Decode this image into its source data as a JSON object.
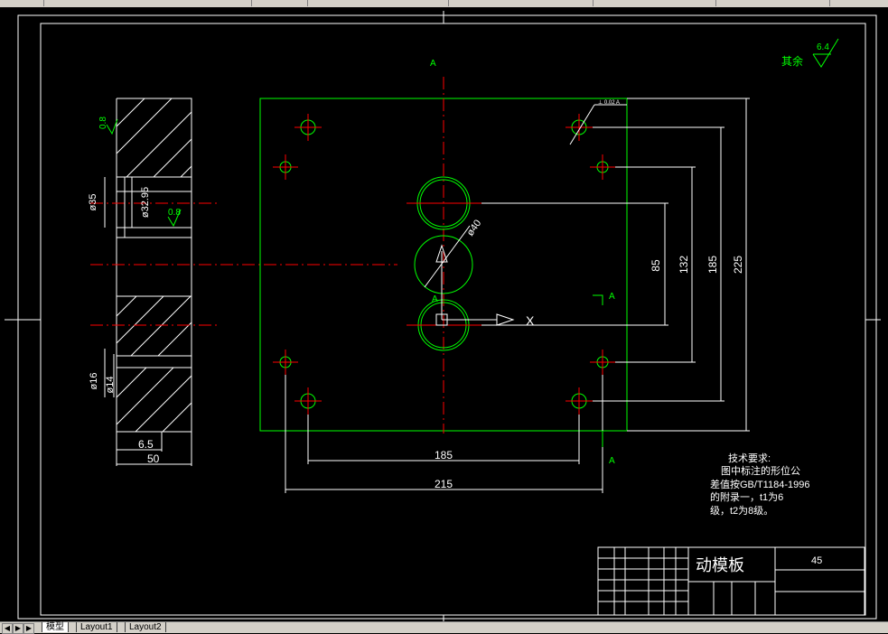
{
  "drawing": {
    "section_mark": "A",
    "x_axis_label": "X",
    "surface_finish_other_label": "其余",
    "surface_finish_other_value": "6.4",
    "left_finish_1": "0.8",
    "left_finish_2": "0.8",
    "tolerance_frame": "⊥ 0.02 A"
  },
  "dimensions": {
    "d35": "ø35",
    "d32_95": "ø32.95",
    "d40": "ø40",
    "d16": "ø16",
    "d14": "ø14",
    "w6_5": "6.5",
    "w50": "50",
    "h85": "85",
    "h132": "132",
    "h185": "185",
    "h225": "225",
    "w185": "185",
    "w215": "215"
  },
  "requirements": {
    "title": "技术要求:",
    "line1": "图中标注的形位公",
    "line2": "差值按GB/T1184-1996",
    "line3": "的附录一，t1为6",
    "line4": "级，t2为8级。"
  },
  "title_block": {
    "part_name": "动模板",
    "material": "45"
  },
  "tabs": {
    "model": "模型",
    "layout1": "Layout1",
    "layout2": "Layout2"
  },
  "colors": {
    "outline": "#ffffff",
    "part": "#00ff00",
    "center": "#ff0000",
    "dim": "#ffffff",
    "text_green": "#00ff00"
  }
}
